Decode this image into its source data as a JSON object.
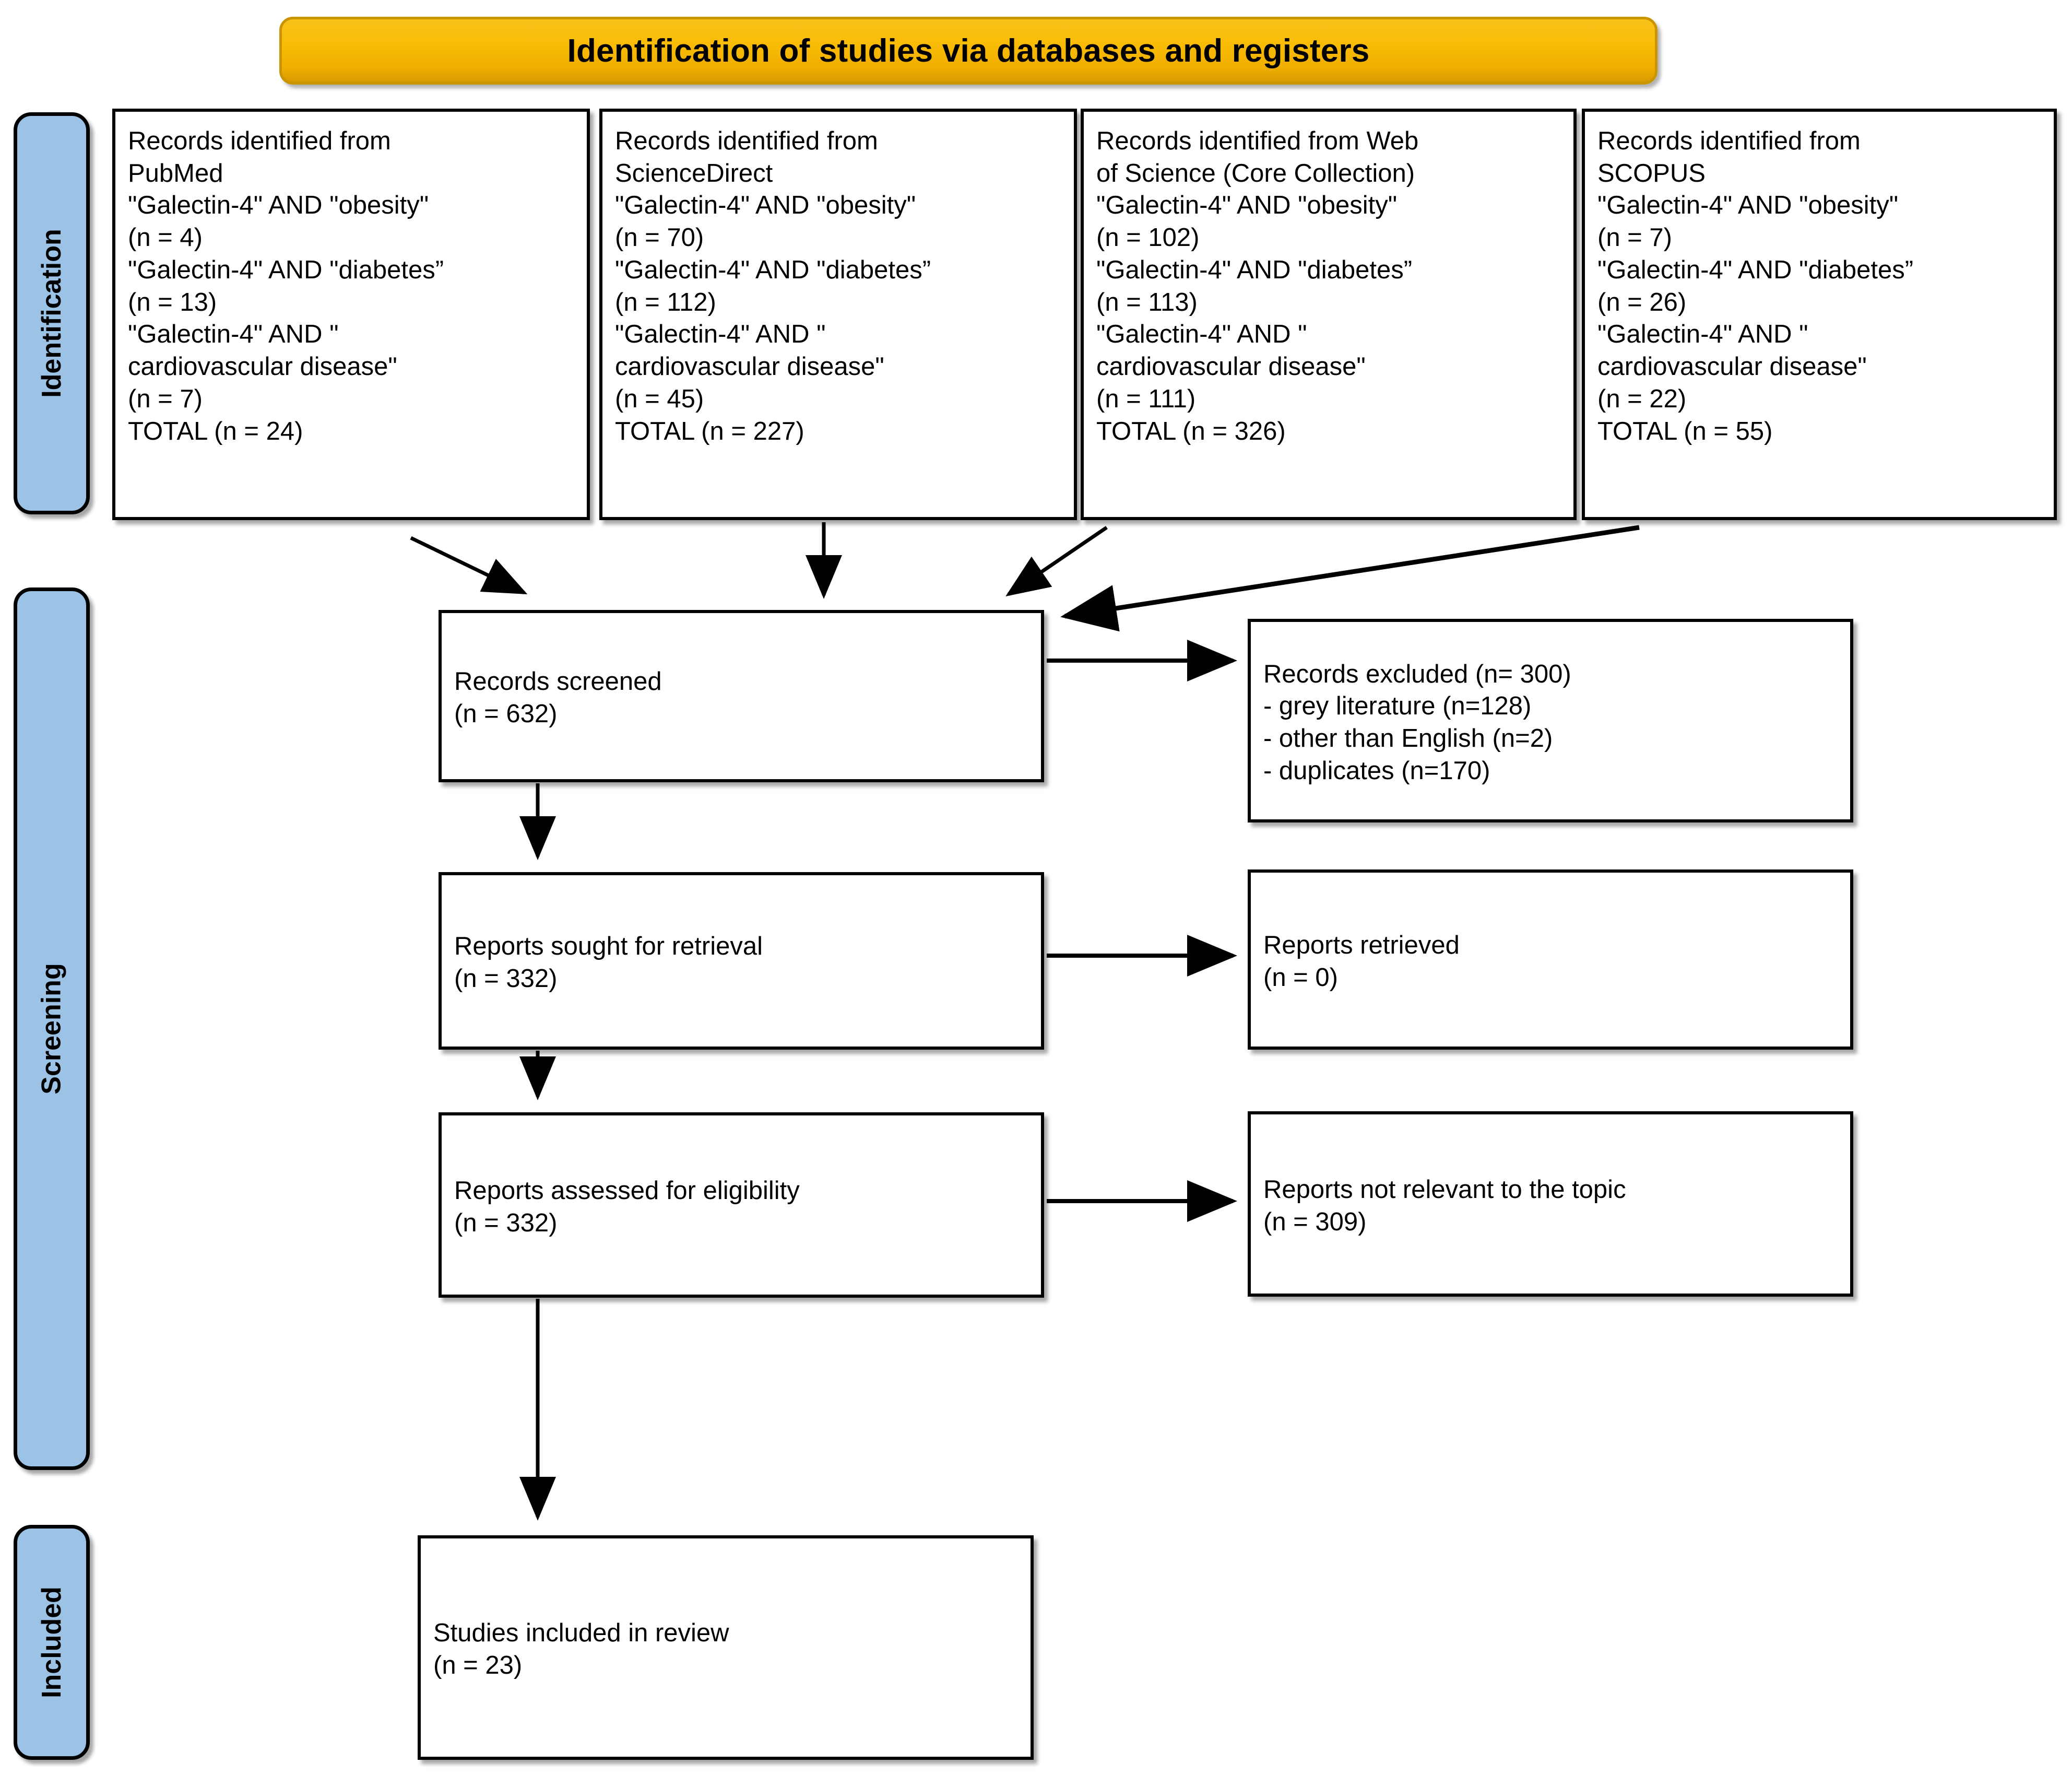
{
  "banner": {
    "title": "Identification of studies via databases and registers",
    "fill_color": "#F9BC06",
    "border_color": "#C89400"
  },
  "stage_bars": [
    {
      "id": "identification",
      "label": "Identification",
      "fill_color": "#9CC3E5"
    },
    {
      "id": "screening",
      "label": "Screening",
      "fill_color": "#9CC3E5"
    },
    {
      "id": "included",
      "label": "Included",
      "fill_color": "#9CC3E5"
    }
  ],
  "identification": {
    "sources": [
      {
        "id": "pubmed",
        "heading": "Records identified from PubMed",
        "text": "Records identified from\nPubMed\n\"Galectin-4\" AND \"obesity\"\n(n = 4)\n\"Galectin-4\" AND \"diabetes”\n(n = 13)\n\"Galectin-4\" AND \"\ncardiovascular disease\"\n(n = 7)\nTOTAL (n = 24)",
        "database": "PubMed",
        "queries": [
          {
            "query": "\"Galectin-4\" AND \"obesity\"",
            "n": 4
          },
          {
            "query": "\"Galectin-4\" AND \"diabetes”",
            "n": 13
          },
          {
            "query": "\"Galectin-4\" AND \" cardiovascular disease\"",
            "n": 7
          }
        ],
        "total": 24
      },
      {
        "id": "sciencedirect",
        "heading": "Records identified from ScienceDirect",
        "text": "Records identified from\nScienceDirect\n\"Galectin-4\" AND \"obesity\"\n(n = 70)\n\"Galectin-4\" AND \"diabetes”\n(n = 112)\n\"Galectin-4\" AND \"\ncardiovascular disease\"\n(n = 45)\nTOTAL (n = 227)",
        "database": "ScienceDirect",
        "queries": [
          {
            "query": "\"Galectin-4\" AND \"obesity\"",
            "n": 70
          },
          {
            "query": "\"Galectin-4\" AND \"diabetes”",
            "n": 112
          },
          {
            "query": "\"Galectin-4\" AND \" cardiovascular disease\"",
            "n": 45
          }
        ],
        "total": 227
      },
      {
        "id": "web-of-science",
        "heading": "Records identified from Web of Science (Core Collection)",
        "text": "Records identified from Web\nof Science (Core Collection)\n\"Galectin-4\" AND \"obesity\"\n(n = 102)\n\"Galectin-4\" AND \"diabetes”\n(n = 113)\n\"Galectin-4\" AND \"\ncardiovascular disease\"\n(n = 111)\nTOTAL (n = 326)",
        "database": "Web of Science (Core Collection)",
        "queries": [
          {
            "query": "\"Galectin-4\" AND \"obesity\"",
            "n": 102
          },
          {
            "query": "\"Galectin-4\" AND \"diabetes”",
            "n": 113
          },
          {
            "query": "\"Galectin-4\" AND \" cardiovascular disease\"",
            "n": 111
          }
        ],
        "total": 326
      },
      {
        "id": "scopus",
        "heading": "Records identified from SCOPUS",
        "text": "Records identified from\nSCOPUS\n\"Galectin-4\" AND \"obesity\"\n(n = 7)\n\"Galectin-4\" AND \"diabetes”\n(n = 26)\n\"Galectin-4\" AND \"\ncardiovascular disease\"\n(n = 22)\nTOTAL (n = 55)",
        "database": "SCOPUS",
        "queries": [
          {
            "query": "\"Galectin-4\" AND \"obesity\"",
            "n": 7
          },
          {
            "query": "\"Galectin-4\" AND \"diabetes”",
            "n": 26
          },
          {
            "query": "\"Galectin-4\" AND \" cardiovascular disease\"",
            "n": 22
          }
        ],
        "total": 55
      }
    ]
  },
  "screening": {
    "records_screened": {
      "text": "Records screened\n(n = 632)",
      "label": "Records screened",
      "n": 632
    },
    "records_excluded": {
      "text": "Records excluded (n= 300)\n- grey literature (n=128)\n- other than English (n=2)\n- duplicates (n=170)",
      "label": "Records excluded",
      "n": 300,
      "reasons": [
        {
          "reason": "grey literature",
          "n": 128
        },
        {
          "reason": "other than English",
          "n": 2
        },
        {
          "reason": "duplicates",
          "n": 170
        }
      ]
    },
    "reports_sought": {
      "text": "Reports sought for retrieval\n(n = 332)",
      "label": "Reports sought for retrieval",
      "n": 332
    },
    "reports_retrieved": {
      "text": "Reports retrieved\n(n = 0)",
      "label": "Reports retrieved",
      "n": 0
    },
    "reports_assessed": {
      "text": "Reports assessed for eligibility\n(n = 332)",
      "label": "Reports assessed for eligibility",
      "n": 332
    },
    "reports_not_relevant": {
      "text": "Reports not relevant to the topic\n(n = 309)",
      "label": "Reports not relevant to the topic",
      "n": 309
    }
  },
  "included": {
    "studies_included": {
      "text": "Studies included in review\n(n = 23)",
      "label": "Studies included in review",
      "n": 23
    }
  }
}
